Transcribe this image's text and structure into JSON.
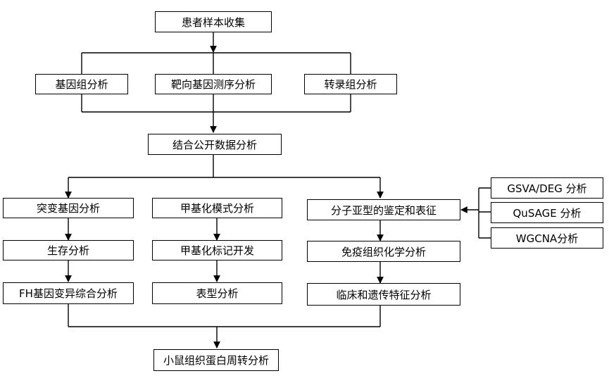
{
  "diagram": {
    "nodes": {
      "sample_collection": "患者样本收集",
      "genomic_analysis": "基因组分析",
      "targeted_sequencing": "靶向基因测序分析",
      "transcriptome_analysis": "转录组分析",
      "public_data_analysis": "结合公开数据分析",
      "mutated_gene_analysis": "突变基因分析",
      "survival_analysis": "生存分析",
      "fh_variant_analysis": "FH基因变异综合分析",
      "methylation_pattern_analysis": "甲基化模式分析",
      "methylation_marker_dev": "甲基化标记开发",
      "phenotype_analysis": "表型分析",
      "subtype_identification": "分子亚型的鉴定和表征",
      "ihc_analysis": "免疫组织化学分析",
      "clinical_genetic_features": "临床和遗传特征分析",
      "gsva_deg": "GSVA/DEG 分析",
      "qusage": "QuSAGE 分析",
      "wgcna": "WGCNA分析",
      "mouse_proteomics": "小鼠组织蛋白周转分析"
    }
  }
}
